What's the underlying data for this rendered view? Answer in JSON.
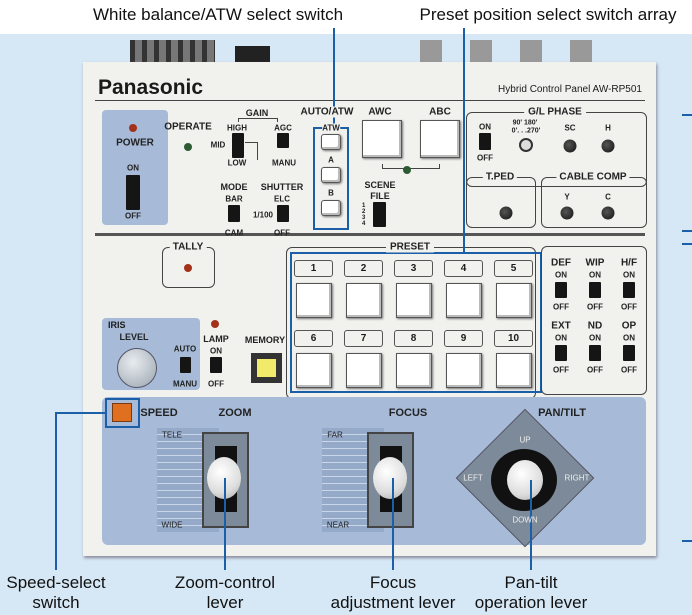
{
  "callouts": {
    "top_left": "White balance/ATW select switch",
    "top_right": "Preset position select switch array",
    "speed_1": "Speed-select",
    "speed_2": "switch",
    "zoom_1": "Zoom-control",
    "zoom_2": "lever",
    "focus_1": "Focus",
    "focus_2": "adjustment lever",
    "pantilt_1": "Pan-tilt",
    "pantilt_2": "operation lever"
  },
  "panel": {
    "brand": "Panasonic",
    "model": "Hybrid Control Panel  AW-RP501"
  },
  "power": {
    "label": "POWER",
    "on": "ON",
    "off": "OFF"
  },
  "operate": "OPERATE",
  "gain": {
    "label": "GAIN",
    "high": "HIGH",
    "mid": "MID",
    "low": "LOW",
    "agc": "AGC",
    "manu": "MANU"
  },
  "mode": {
    "label": "MODE",
    "bar": "BAR",
    "cam": "CAM"
  },
  "shutter": {
    "label": "SHUTTER",
    "elc": "ELC",
    "fixed": "1/100",
    "off": "OFF"
  },
  "auto_atw": {
    "label": "AUTO/ATW",
    "atw": "ATW",
    "a": "A",
    "b": "B"
  },
  "awc": "AWC",
  "abc": "ABC",
  "scene_file": {
    "line1": "SCENE",
    "line2": "FILE",
    "positions": [
      "1",
      "2",
      "3",
      "4"
    ]
  },
  "gl_phase": {
    "label": "G/L PHASE",
    "on": "ON",
    "off": "OFF",
    "deg_top": "90'  180'",
    "deg_bottom": "0'.  .  .270'",
    "sc": "SC",
    "h": "H"
  },
  "t_ped": "T.PED",
  "cable_comp": {
    "label": "CABLE COMP",
    "y": "Y",
    "c": "C"
  },
  "tally": "TALLY",
  "preset": {
    "label": "PRESET",
    "numbers": [
      "1",
      "2",
      "3",
      "4",
      "5",
      "6",
      "7",
      "8",
      "9",
      "10"
    ]
  },
  "toggles": [
    {
      "label": "DEF",
      "on": "ON",
      "off": "OFF"
    },
    {
      "label": "WIP",
      "on": "ON",
      "off": "OFF"
    },
    {
      "label": "H/F",
      "on": "ON",
      "off": "OFF"
    },
    {
      "label": "EXT",
      "on": "ON",
      "off": "OFF"
    },
    {
      "label": "ND",
      "on": "ON",
      "off": "OFF"
    },
    {
      "label": "OP",
      "on": "ON",
      "off": "OFF"
    }
  ],
  "iris": {
    "label": "IRIS",
    "level": "LEVEL",
    "auto": "AUTO",
    "manu": "MANU"
  },
  "lamp": {
    "label": "LAMP",
    "on": "ON",
    "off": "OFF"
  },
  "memory": "MEMORY",
  "speed": "SPEED",
  "zoom": {
    "label": "ZOOM",
    "tele": "TELE",
    "wide": "WIDE"
  },
  "focus": {
    "label": "FOCUS",
    "far": "FAR",
    "near": "NEAR"
  },
  "pantilt": {
    "label": "PAN/TILT",
    "up": "UP",
    "down": "DOWN",
    "left": "LEFT",
    "right": "RIGHT"
  },
  "colors": {
    "accent": "#1a5fa8",
    "panel": "#f1f1ee",
    "control_blue": "#a7bbd8",
    "speed_button": "#e07020",
    "memory_button": "#f2ea6a"
  }
}
